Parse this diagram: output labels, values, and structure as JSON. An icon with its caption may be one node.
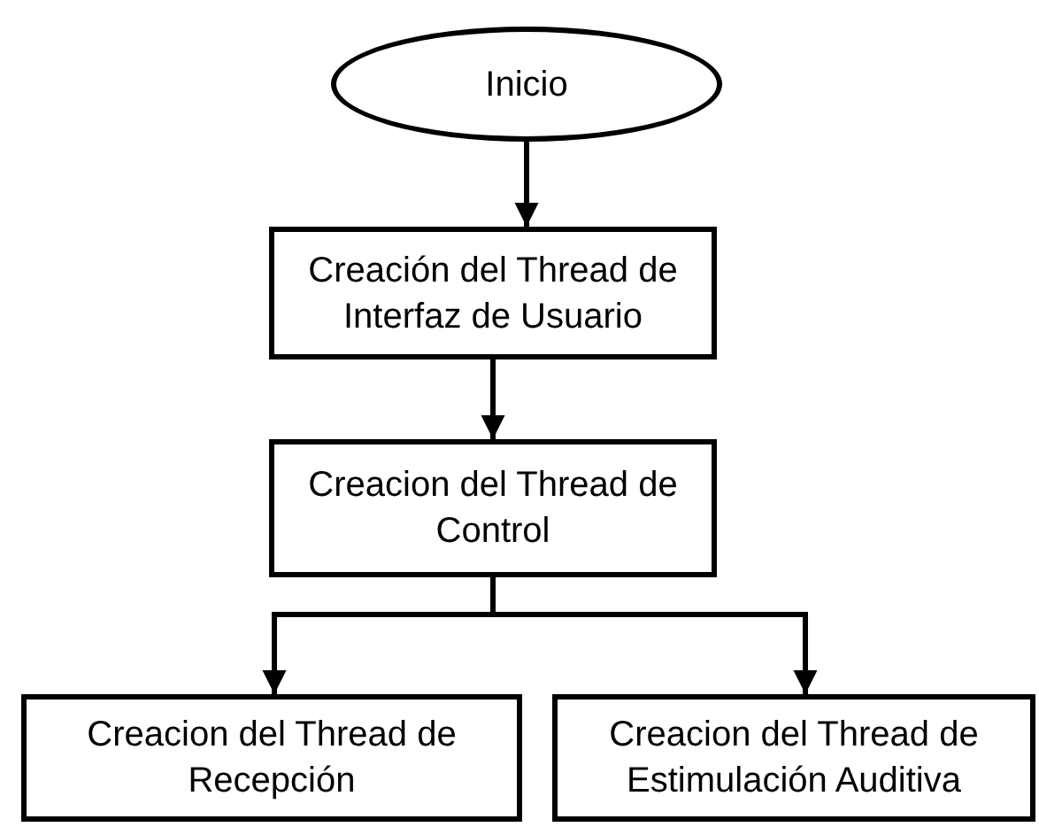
{
  "diagram": {
    "nodes": [
      {
        "text": [
          "Inicio"
        ]
      },
      {
        "text": [
          "Creación del Thread de Interfaz de Usuario"
        ]
      },
      {
        "text": [
          "Creacion del Thread de Control"
        ]
      },
      {
        "text": [
          "Creacion del Thread de Recepción"
        ]
      },
      {
        "text": [
          "Creacion del Thread de Estimulación Auditiva"
        ]
      }
    ],
    "edges": [
      {
        "from": 0,
        "to": 1,
        "arrow": "to"
      },
      {
        "from": 1,
        "to": 2,
        "arrow": "to"
      },
      {
        "from": 2,
        "to": 3,
        "arrow": "to"
      },
      {
        "from": 2,
        "to": 4,
        "arrow": "to"
      }
    ]
  }
}
